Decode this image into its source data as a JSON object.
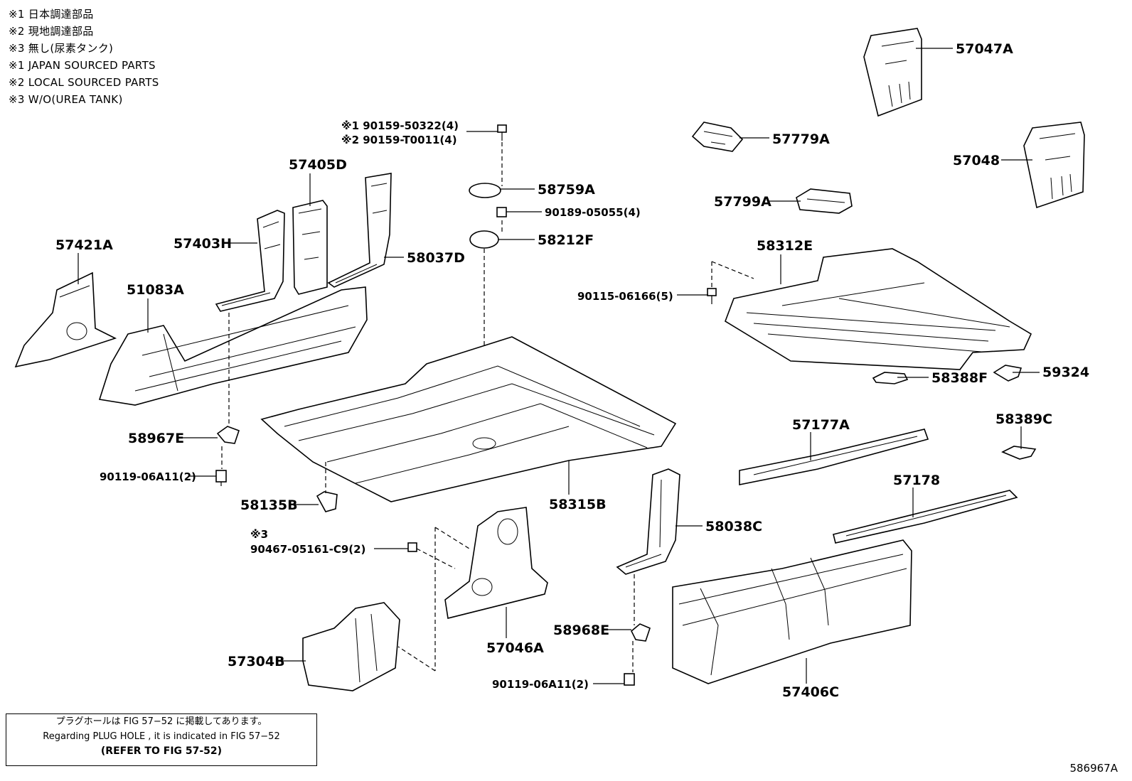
{
  "legend": [
    "※1 日本調達部品",
    "※2 現地調達部品",
    "※3 無し(尿素タンク)",
    "※1 JAPAN SOURCED PARTS",
    "※2 LOCAL SOURCED PARTS",
    "※3 W/O(UREA TANK)"
  ],
  "labels": {
    "p57047A": "57047A",
    "p57048": "57048",
    "p57779A": "57779A",
    "p57799A": "57799A",
    "p58312E": "58312E",
    "p90115": "90115-06166(5)",
    "p58388F": "58388F",
    "p59324": "59324",
    "p58389C": "58389C",
    "p57177A": "57177A",
    "p57178": "57178",
    "p58038C": "58038C",
    "p57406C": "57406C",
    "p90159a": "※1 90159-50322(4)",
    "p90159b": "※2 90159-T0011(4)",
    "p58759A": "58759A",
    "p90189": "90189-05055(4)",
    "p58212F": "58212F",
    "p57405D": "57405D",
    "p57403H": "57403H",
    "p58037D": "58037D",
    "p57421A": "57421A",
    "p51083A": "51083A",
    "p58967E": "58967E",
    "p90119a": "90119-06A11(2)",
    "p58135B": "58135B",
    "p58315B": "58315B",
    "p3note": "※3",
    "p90467": "90467-05161-C9(2)",
    "p57046A": "57046A",
    "p58968E": "58968E",
    "p90119b": "90119-06A11(2)",
    "p57304B": "57304B"
  },
  "note": {
    "jp": "プラグホールは FIG 57−52 に掲載してあります。",
    "en": "Regarding  PLUG  HOLE , it is indicated in  FIG  57−52",
    "ref": "(REFER  TO  FIG  57-52)"
  },
  "figure_id": "586967A"
}
